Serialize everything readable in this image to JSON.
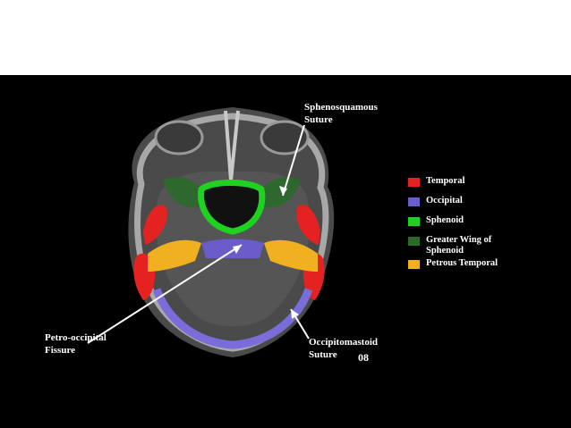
{
  "annotations": {
    "sphenosquamous": "Sphenosquamous\nSuture",
    "petro_occipital": "Petro-occipital\nFissure",
    "occipitomastoid": "Occipitomastoid\nSuture"
  },
  "legend": [
    {
      "label": "Temporal",
      "color": "#e52222"
    },
    {
      "label": "Occipital",
      "color": "#6a5cc9"
    },
    {
      "label": "Sphenoid",
      "color": "#1fd21f"
    },
    {
      "label": "Greater Wing of\nSphenoid",
      "color": "#2a6a2a"
    },
    {
      "label": "Petrous Temporal",
      "color": "#f0b020"
    }
  ],
  "page_number": "08",
  "colors": {
    "background": "#000000",
    "bone": "#a8a8a8",
    "tissue": "#4a4a4a",
    "arrow": "#ffffff"
  }
}
